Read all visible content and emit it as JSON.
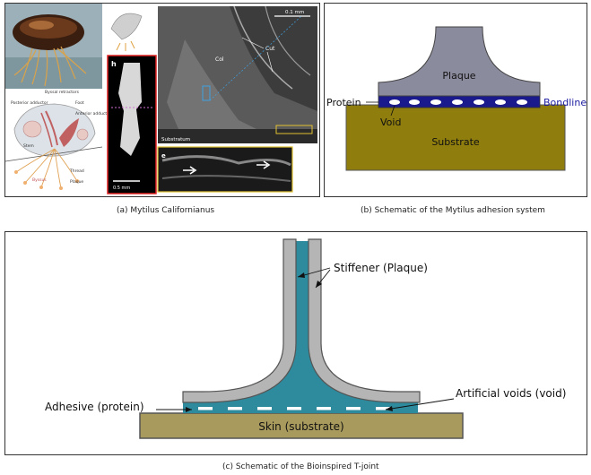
{
  "panel_a": {
    "caption": "(a) Mytilus Californianus",
    "anatomy_labels": {
      "byssal_retractors": "Byssal retractors",
      "posterior_adductor": "Posterior adductor",
      "foot": "Foot",
      "anterior_adductor": "Anterior adductor",
      "stem": "Stem",
      "thread": "Thread",
      "plaque": "Plaque",
      "byssus": "Byssus"
    },
    "sem_labels": {
      "h": "h",
      "scale_h": "0.5 mm",
      "scale_main": "0.1 mm",
      "col": "Col",
      "cut": "Cut",
      "substratum": "Substratum",
      "e": "e"
    }
  },
  "panel_b": {
    "caption": "(b)  Schematic of the Mytilus  adhesion system",
    "labels": {
      "plaque": "Plaque",
      "protein": "Protein",
      "bondline": "Bondline",
      "void": "Void",
      "substrate": "Substrate"
    },
    "colors": {
      "plaque": "#8b8b9e",
      "bondline": "#1a1a8c",
      "substrate": "#8f7d0e",
      "bondline_text": "#1a1aa0"
    }
  },
  "panel_c": {
    "caption": "(c)  Schematic of the Bioinspired T-joint",
    "labels": {
      "stiffener": "Stiffener (Plaque)",
      "adhesive": "Adhesive (protein)",
      "voids": "Artificial voids (void)",
      "skin": "Skin (substrate)"
    },
    "colors": {
      "stiffener": "#b5b5b5",
      "adhesive": "#2e8b9e",
      "skin": "#a89a5c"
    }
  }
}
